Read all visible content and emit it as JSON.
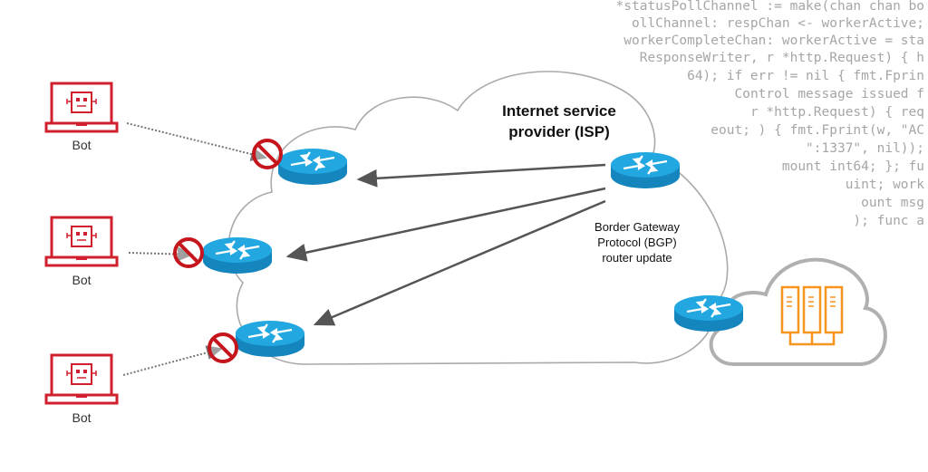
{
  "background_code": [
    "  *statusPollChannel := make(chan chan bo",
    "ollChannel: respChan <- workerActive;",
    "workerCompleteChan: workerActive = sta",
    "ResponseWriter, r *http.Request) { h",
    "64); if err != nil { fmt.Fprin",
    "Control message issued f",
    "r *http.Request) { req",
    "eout; ) { fmt.Fprint(w, \"AC",
    "\":1337\", nil));",
    "mount int64; }; fu",
    "uint; work",
    "ount msg",
    "); func a"
  ],
  "isp": {
    "label_line1": "Internet service",
    "label_line2": "provider (ISP)"
  },
  "bgp": {
    "line1": "Border Gateway",
    "line2": "Protocol (BGP)",
    "line3": "router update"
  },
  "bots": [
    {
      "label": "Bot"
    },
    {
      "label": "Bot"
    },
    {
      "label": "Bot"
    }
  ],
  "colors": {
    "bot": "#d0202e",
    "router": "#1ba0dd",
    "server": "#f7941d",
    "cloud_stroke": "#aaaaaa",
    "arrow": "#555555"
  },
  "icons": [
    "laptop-bot-icon",
    "router-icon",
    "prohibited-icon",
    "server-rack-icon",
    "cloud-icon"
  ]
}
